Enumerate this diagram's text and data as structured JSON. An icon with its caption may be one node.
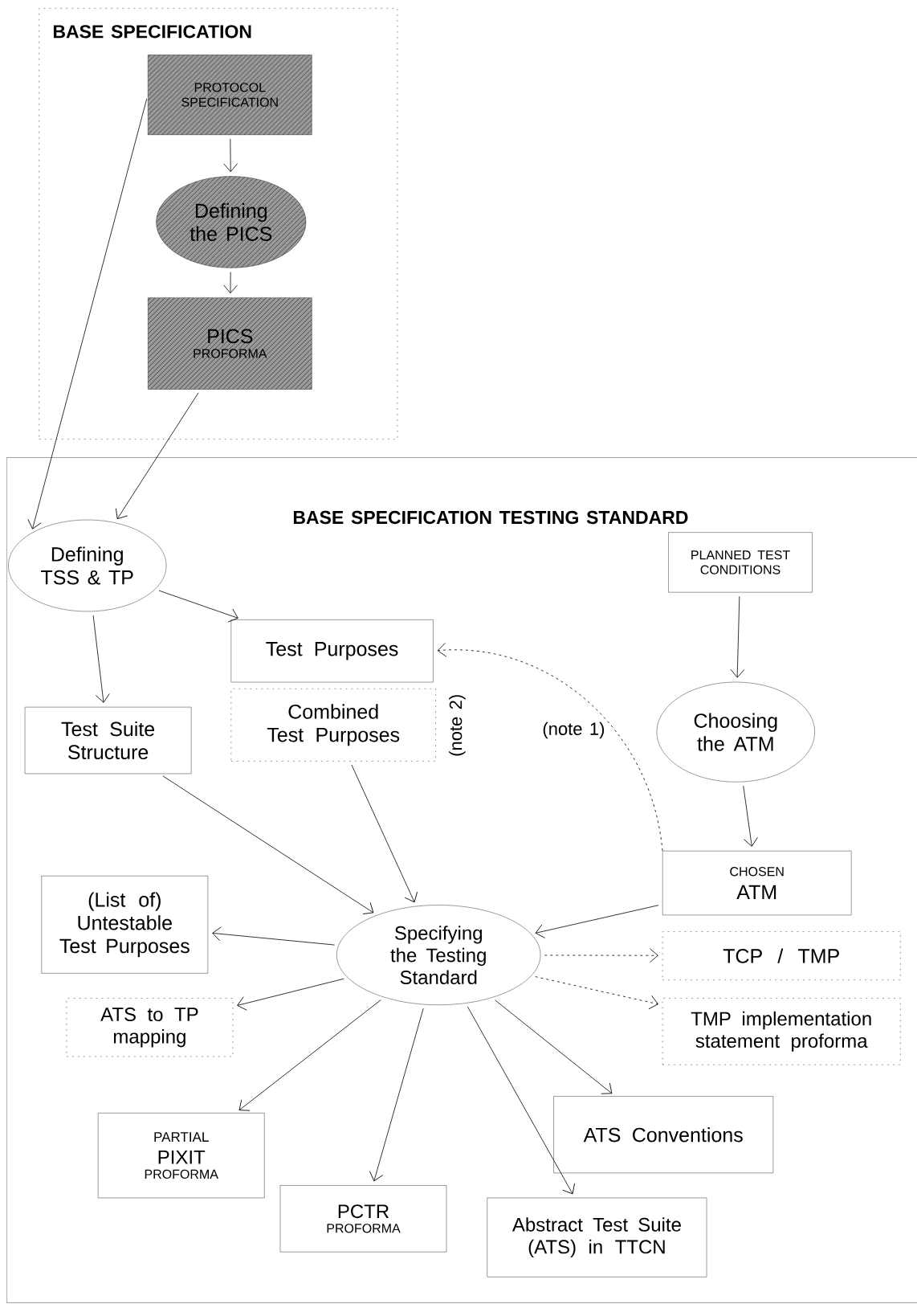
{
  "diagram": {
    "nodes": [
      {
        "text": [
          "BASE SPECIFICATION"
        ]
      },
      {
        "text": [
          "PROTOCOL SPECIFICATION"
        ],
        "in": 0
      },
      {
        "text": [
          "Defining the PICS"
        ],
        "in": 0
      },
      {
        "text": [
          "PICS",
          "PROFORMA"
        ],
        "in": 0
      },
      {
        "text": [
          "BASE SPECIFICATION TESTING STANDARD"
        ]
      },
      {
        "text": [
          "Defining TSS & TP"
        ],
        "in": 4
      },
      {
        "text": [
          "PLANNED TEST CONDITIONS"
        ],
        "in": 4
      },
      {
        "text": [
          "Test Purposes"
        ],
        "in": 4
      },
      {
        "text": [
          "Combined Test Purposes"
        ],
        "in": 4,
        "beside": [
          "(note 2)"
        ]
      },
      {
        "text": [
          "Test Suite Structure"
        ],
        "in": 4
      },
      {
        "text": [
          "Choosing the ATM"
        ],
        "in": 4
      },
      {
        "text": [
          "CHOSEN",
          "ATM"
        ],
        "in": 4
      },
      {
        "text": [
          "(List of) Untestable Test Purposes"
        ],
        "in": 4
      },
      {
        "text": [
          "Specifying the Testing Standard"
        ],
        "in": 4
      },
      {
        "text": [
          "TCP / TMP"
        ],
        "in": 4
      },
      {
        "text": [
          "TMP implementation statement proforma"
        ],
        "in": 4
      },
      {
        "text": [
          "ATS to TP mapping"
        ],
        "in": 4
      },
      {
        "text": [
          "PARTIAL",
          "PIXIT",
          "PROFORMA"
        ],
        "in": 4
      },
      {
        "text": [
          "ATS Conventions"
        ],
        "in": 4
      },
      {
        "text": [
          "PCTR",
          "PROFORMA"
        ],
        "in": 4
      },
      {
        "text": [
          "Abstract Test Suite (ATS) in TTCN"
        ],
        "in": 4
      }
    ],
    "edges": [
      {
        "from": 1,
        "to": 2,
        "arrow": "to"
      },
      {
        "from": 2,
        "to": 3,
        "arrow": "to"
      },
      {
        "from": 1,
        "to": 5,
        "arrow": "to"
      },
      {
        "from": 3,
        "to": 5,
        "arrow": "to"
      },
      {
        "from": 5,
        "to": 7,
        "arrow": "to"
      },
      {
        "from": 5,
        "to": 9,
        "arrow": "to"
      },
      {
        "from": 6,
        "to": 10,
        "arrow": "to"
      },
      {
        "from": 10,
        "to": 11,
        "arrow": "to"
      },
      {
        "from": 11,
        "to": 7,
        "arrow": "to",
        "style": "dashed"
      },
      {
        "from": 9,
        "to": 13,
        "arrow": "to"
      },
      {
        "from": 8,
        "to": 13,
        "arrow": "to"
      },
      {
        "from": 11,
        "to": 13,
        "arrow": "to"
      },
      {
        "from": 13,
        "to": 12,
        "arrow": "to"
      },
      {
        "from": 13,
        "to": 14,
        "arrow": "to",
        "style": "dashed"
      },
      {
        "from": 13,
        "to": 15,
        "arrow": "to",
        "style": "dashed"
      },
      {
        "from": 13,
        "to": 16,
        "arrow": "to"
      },
      {
        "from": 13,
        "to": 17,
        "arrow": "to"
      },
      {
        "from": 13,
        "to": 19,
        "arrow": "to"
      },
      {
        "from": 13,
        "to": 20,
        "arrow": "to"
      },
      {
        "from": 13,
        "to": 18,
        "arrow": "to"
      }
    ],
    "labels": [
      "(note 1)"
    ]
  }
}
